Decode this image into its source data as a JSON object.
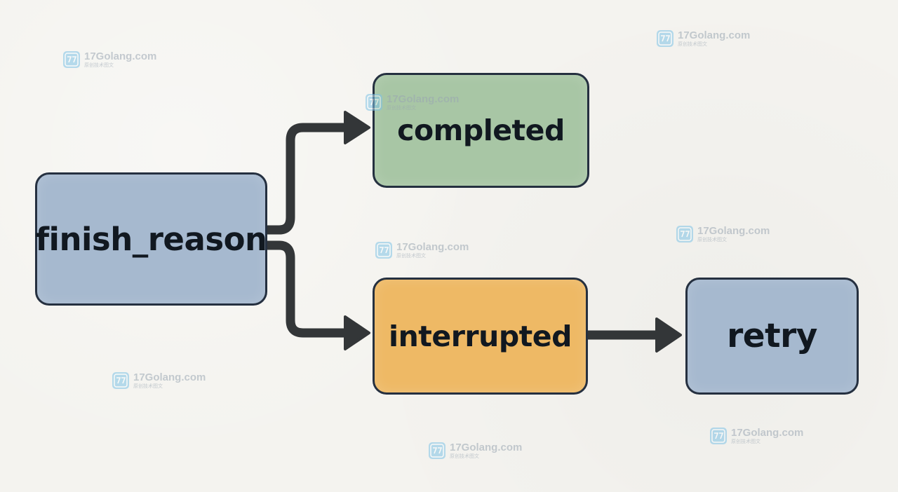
{
  "colors": {
    "background": "#f4f3ef",
    "node_blue": "#a6b9cf",
    "node_green": "#a8c6a5",
    "node_orange": "#eeb965",
    "border": "#253040",
    "arrow": "#333638",
    "watermark": "#9aa6b2"
  },
  "nodes": {
    "finish_reason": {
      "label": "finish_reason",
      "color": "#a6b9cf"
    },
    "completed": {
      "label": "completed",
      "color": "#a8c6a5"
    },
    "interrupted": {
      "label": "interrupted",
      "color": "#eeb965"
    },
    "retry": {
      "label": "retry",
      "color": "#a6b9cf"
    }
  },
  "edges": [
    {
      "from": "finish_reason",
      "to": "completed"
    },
    {
      "from": "finish_reason",
      "to": "interrupted"
    },
    {
      "from": "interrupted",
      "to": "retry"
    }
  ],
  "watermark": {
    "text": "17Golang.com",
    "subtext": "原创技术图文",
    "icon": "17golang-logo-icon"
  }
}
